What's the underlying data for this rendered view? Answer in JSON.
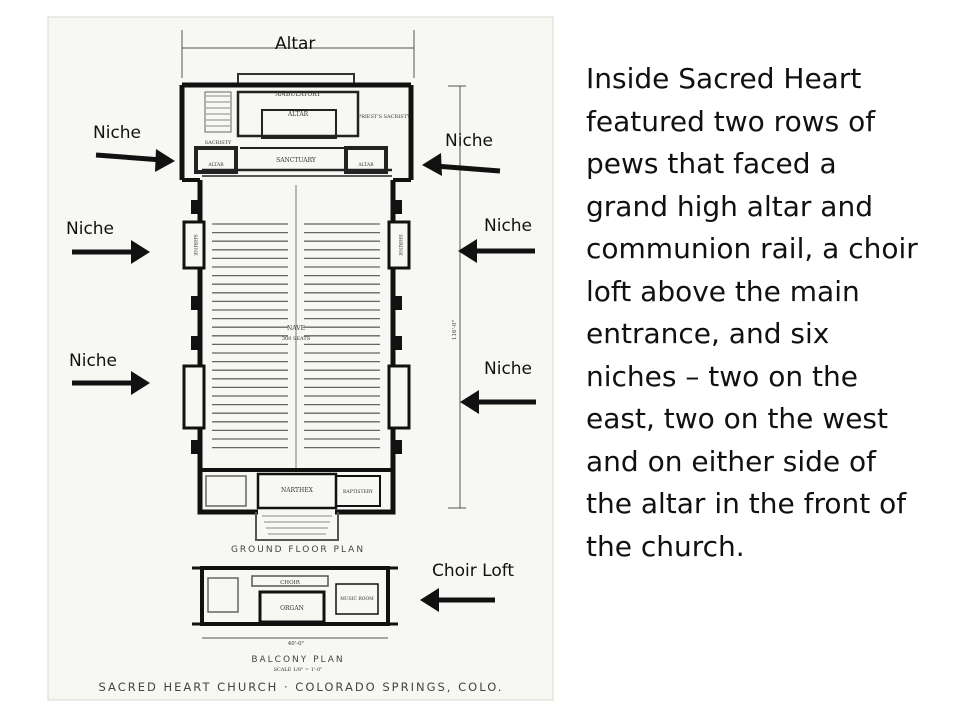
{
  "labels": {
    "altar": "Altar",
    "niche_upper_left": "Niche",
    "niche_upper_right": "Niche",
    "niche_mid_left": "Niche",
    "niche_mid_right": "Niche",
    "niche_low_left": "Niche",
    "niche_low_right": "Niche",
    "choir_loft": "Choir Loft"
  },
  "plan_text": {
    "ambulatory": "AMBULATORY",
    "altar": "ALTAR",
    "sacristy_left": "SACRISTY",
    "priests_sacristy": "PRIEST'S SACRISTY",
    "sanctuary": "SANCTUARY",
    "altar_left": "ALTAR",
    "altar_right": "ALTAR",
    "shrine_left": "SHRINE",
    "shrine_right": "SHRINE",
    "nave": "NAVE",
    "nave_seats": "300 SEATS",
    "narthex": "NARTHEX",
    "baptistery": "BAPTISTERY",
    "ground_floor_plan": "GROUND FLOOR PLAN",
    "choir": "CHOIR",
    "organ": "ORGAN",
    "music_room": "MUSIC ROOM",
    "balcony_dim": "40'-0\"",
    "balcony_plan": "BALCONY PLAN",
    "balcony_scale": "SCALE 1/8\" = 1'-0\"",
    "length_dim": "116'-0\"",
    "footer": "SACRED HEART CHURCH · COLORADO SPRINGS, COLO."
  },
  "description": "Inside Sacred Heart featured two rows of pews that faced a grand high altar and communion rail, a choir loft above the main entrance, and six niches – two on the east, two on the west and on either side of the altar in the front of the church."
}
